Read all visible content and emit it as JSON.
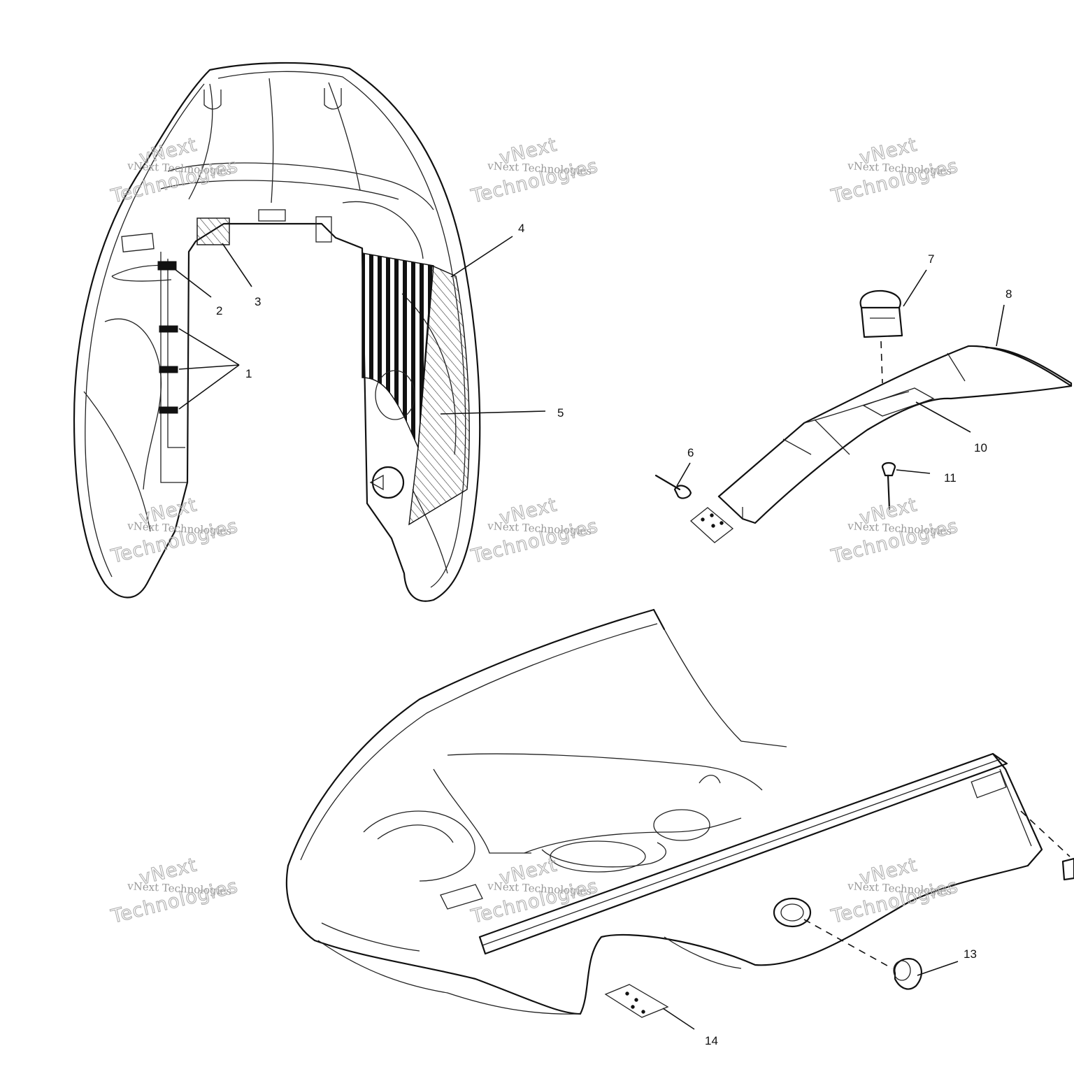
{
  "watermark": {
    "line1": "vNext",
    "line2": "vNext Technologies",
    "line3": "Technologies"
  },
  "callouts": {
    "c1": "1",
    "c2": "2",
    "c3": "3",
    "c4": "4",
    "c5": "5",
    "c6": "6",
    "c7": "7",
    "c8": "8",
    "c10": "10",
    "c11": "11",
    "c13": "13",
    "c14": "14"
  }
}
